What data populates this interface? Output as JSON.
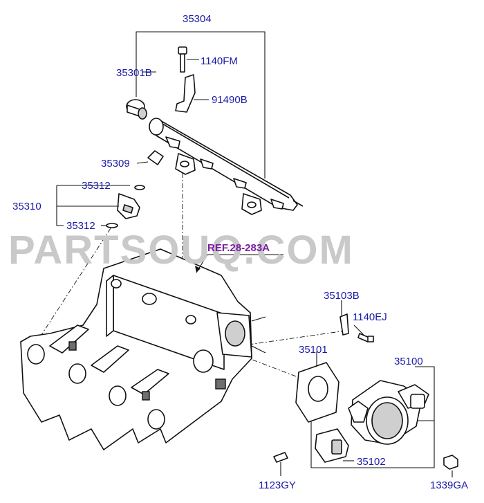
{
  "watermark": "PARTSOUQ.COM",
  "reference": "REF.28-283A",
  "labels": {
    "p35304": "35304",
    "p1140FM": "1140FM",
    "p35301B": "35301B",
    "p91490B": "91490B",
    "p35309": "35309",
    "p35312_top": "35312",
    "p35310": "35310",
    "p35312_bottom": "35312",
    "p35103B": "35103B",
    "p1140EJ": "1140EJ",
    "p35101": "35101",
    "p35100": "35100",
    "p35102": "35102",
    "p1123GY": "1123GY",
    "p1339GA": "1339GA"
  }
}
